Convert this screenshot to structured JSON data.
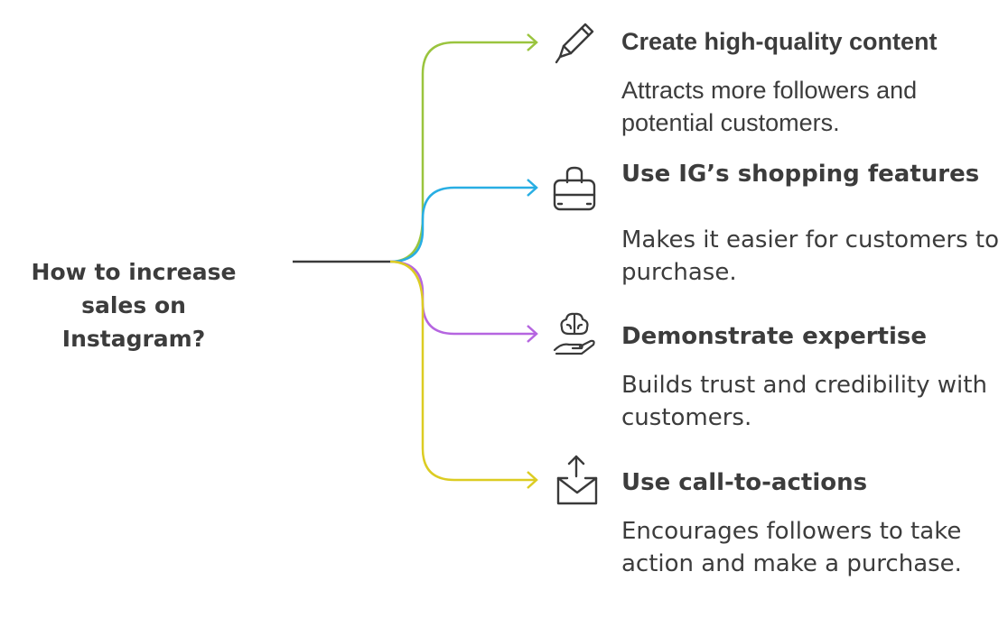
{
  "root": {
    "label": "How to increase sales on Instagram?"
  },
  "branches": [
    {
      "title": "Create high-quality content",
      "description": "Attracts more followers and potential customers.",
      "icon": "pencil-icon",
      "color": "#9ac43e"
    },
    {
      "title": "Use IG’s shopping features",
      "description": "Makes it easier for customers to purchase.",
      "icon": "shopping-bag-icon",
      "color": "#28aee3"
    },
    {
      "title": "Demonstrate expertise",
      "description": "Builds trust and credibility with customers.",
      "icon": "brain-hand-icon",
      "color": "#b565e0"
    },
    {
      "title": "Use call-to-actions",
      "description": "Encourages followers to take action and make a purchase.",
      "icon": "mail-upload-icon",
      "color": "#dccc22"
    }
  ],
  "colors": {
    "trunk": "#3a3a3a",
    "text": "#3c3c3c"
  }
}
